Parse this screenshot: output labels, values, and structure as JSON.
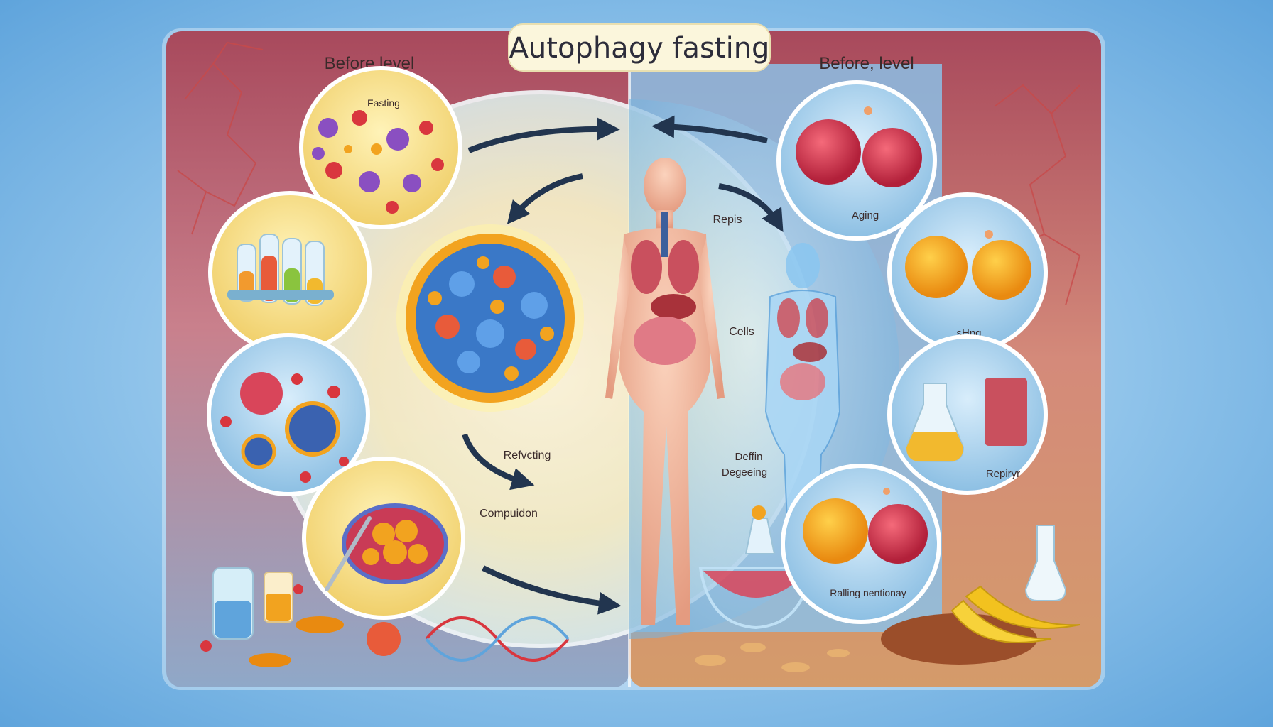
{
  "title": "Autophagy fasting",
  "left_header": "Before level",
  "right_header": "Before, level",
  "labels": {
    "fasting_top": "Fasting",
    "refueling": "Refvcting",
    "compuction": "Compuidon",
    "repis": "Repis",
    "cells": "Cells",
    "deffin": "Deffin",
    "degeeing": "Degeeing",
    "aging": "Aging",
    "shing": "sHng",
    "repiryr": "Repiryr",
    "ralling": "Ralling nentionay"
  },
  "colors": {
    "left_panel": "#b55a6a",
    "right_panel": "#7fb4dc",
    "accent_orange": "#f2a31f",
    "accent_red": "#d9363e",
    "arrow": "#22354f"
  },
  "icons": [
    "arrow-icon",
    "body-figure-icon",
    "cell-cluster-icon",
    "test-tube-icon",
    "banana-icon",
    "flask-icon"
  ]
}
